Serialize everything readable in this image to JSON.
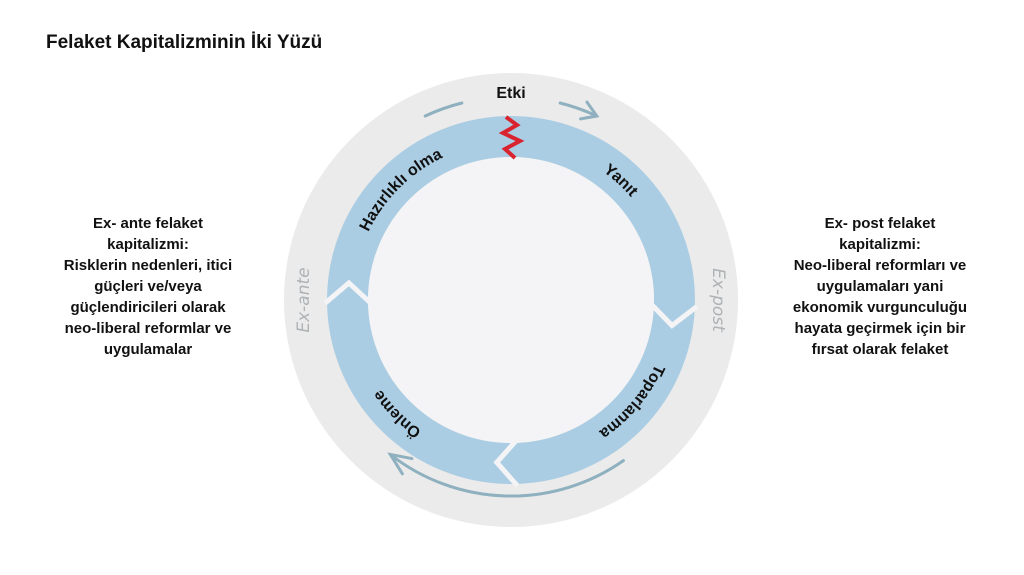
{
  "title": "Felaket Kapitalizminin İki Yüzü",
  "left_block": {
    "lines": [
      "Ex- ante felaket",
      "kapitalizmi:",
      "Risklerin nedenleri, itici",
      "güçleri ve/veya",
      "güçlendiricileri olarak",
      "neo-liberal reformlar ve",
      "uygulamalar"
    ]
  },
  "right_block": {
    "lines": [
      "Ex- post felaket",
      "kapitalizmi:",
      "Neo-liberal reformları ve",
      "uygulamaları yani",
      "ekonomik vurgunculuğu",
      "hayata geçirmek için bir",
      "fırsat olarak felaket"
    ]
  },
  "cycle": {
    "impact_label": "Etki",
    "segments": [
      "Hazırlıklı olma",
      "Yanıt",
      "Toparlanma",
      "Önleme"
    ],
    "ex_ante": "Ex-ante",
    "ex_post": "Ex-post"
  },
  "colors": {
    "outer": "#ebebeb",
    "inner": "#f4f4f6",
    "band": "#abcde3",
    "lightning": "#d9232f",
    "arrow": "#8fb0bf",
    "ex_text": "#aeb2b5"
  }
}
